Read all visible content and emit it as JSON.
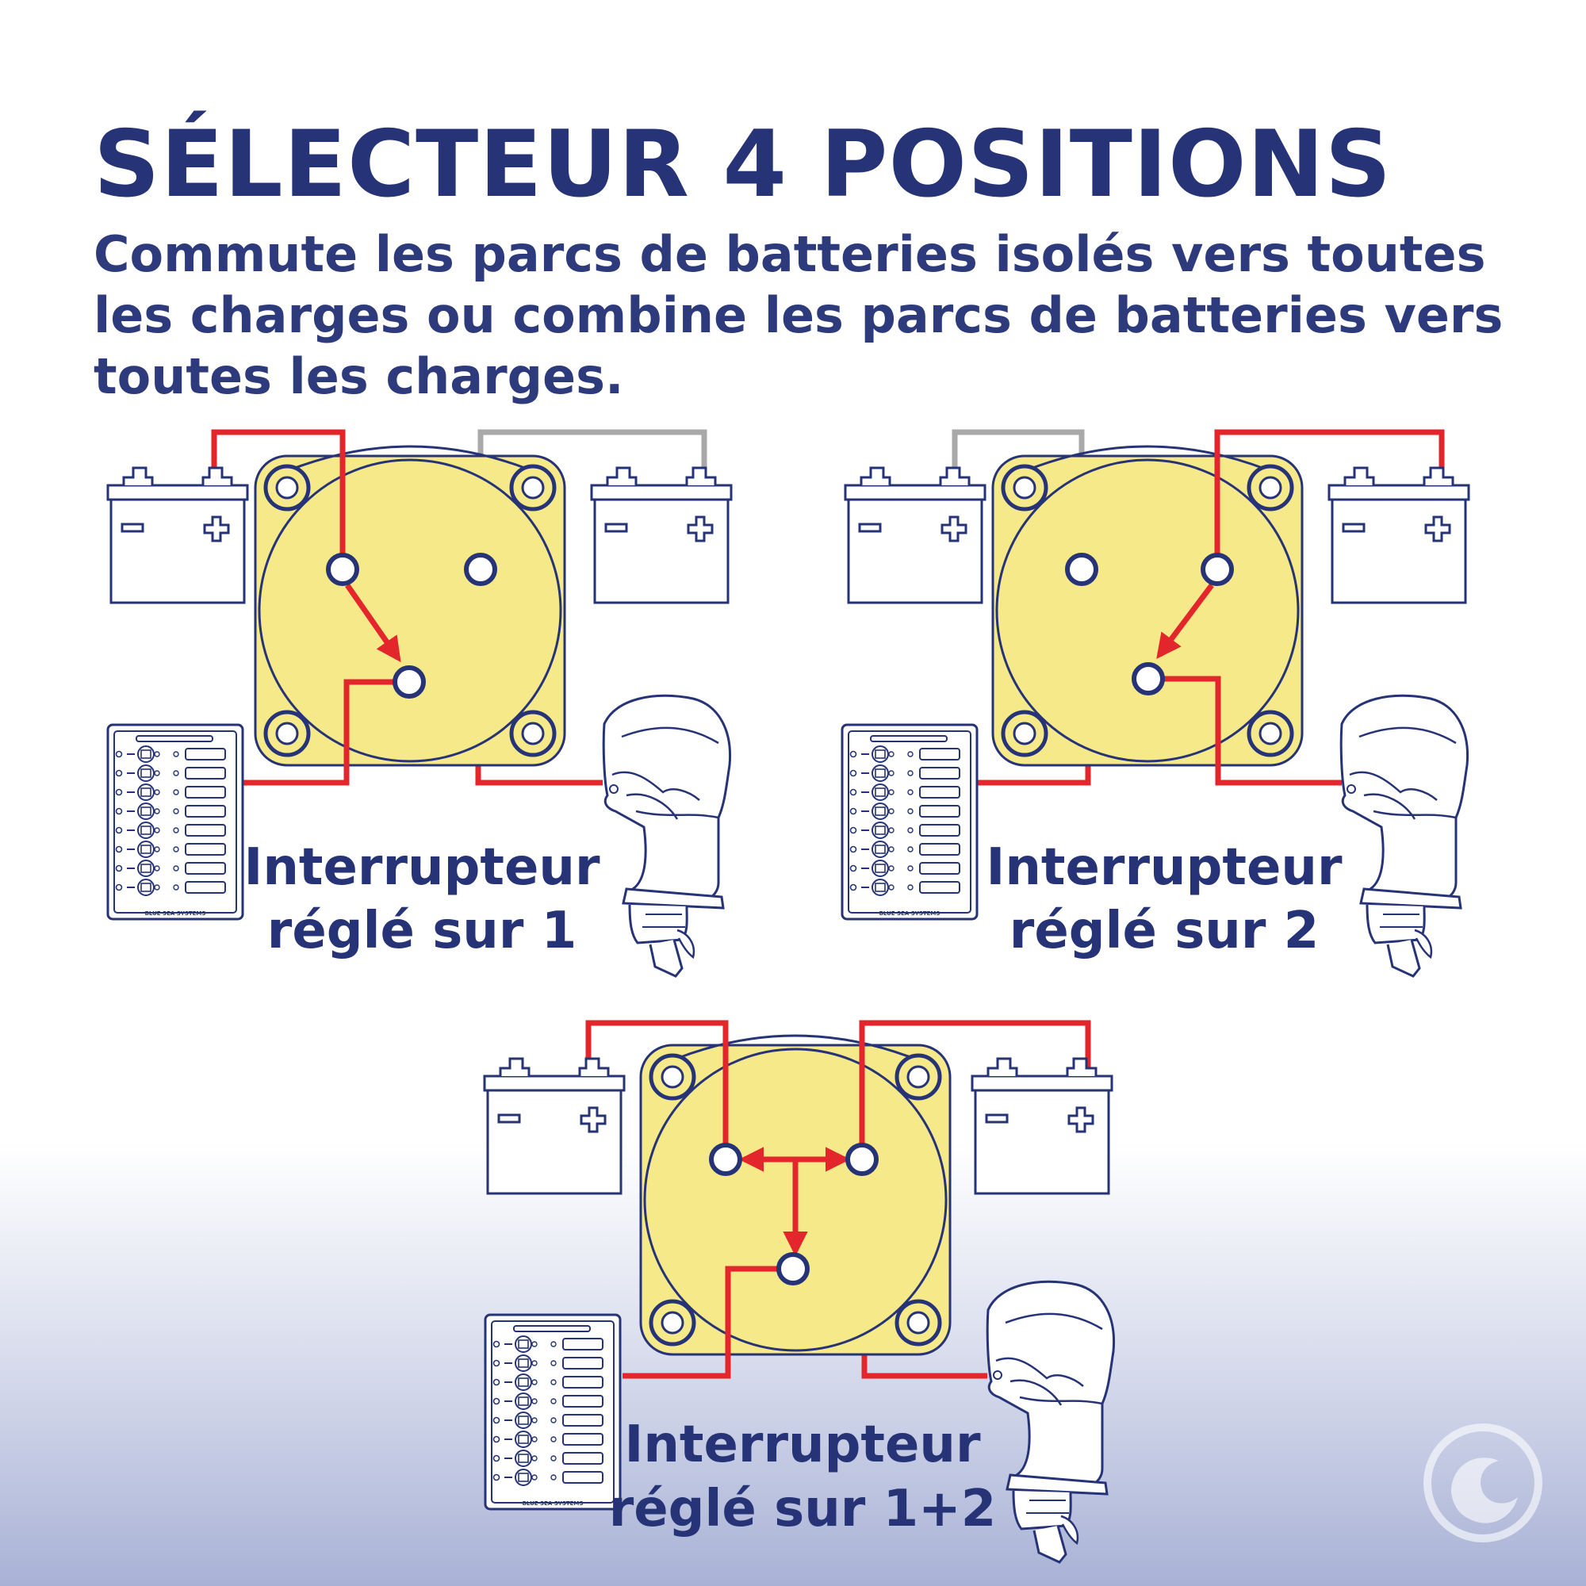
{
  "header": {
    "title": "SÉLECTEUR 4 POSITIONS",
    "subtitle": "Commute les parcs de batteries isolés vers toutes les charges ou combine les parcs de batteries vers toutes les charges."
  },
  "diagrams": [
    {
      "label_line1": "Interrupteur",
      "label_line2": "réglé sur 1"
    },
    {
      "label_line1": "Interrupteur",
      "label_line2": "réglé sur 2"
    },
    {
      "label_line1": "Interrupteur",
      "label_line2": "réglé sur 1+2"
    }
  ],
  "panel": {
    "brand": "BLUE SEA SYSTEMS"
  },
  "icons": {
    "battery": "battery-icon",
    "switch": "battery-switch-icon",
    "panel": "breaker-panel-icon",
    "motor": "outboard-motor-icon",
    "logo": "brand-logo-icon"
  },
  "colors": {
    "navy": "#263477",
    "switch_yellow": "#f6e98a",
    "active_wire": "#e3262b",
    "inactive_wire": "#a9a9a9",
    "background_bottom": "#a9b2d6"
  }
}
